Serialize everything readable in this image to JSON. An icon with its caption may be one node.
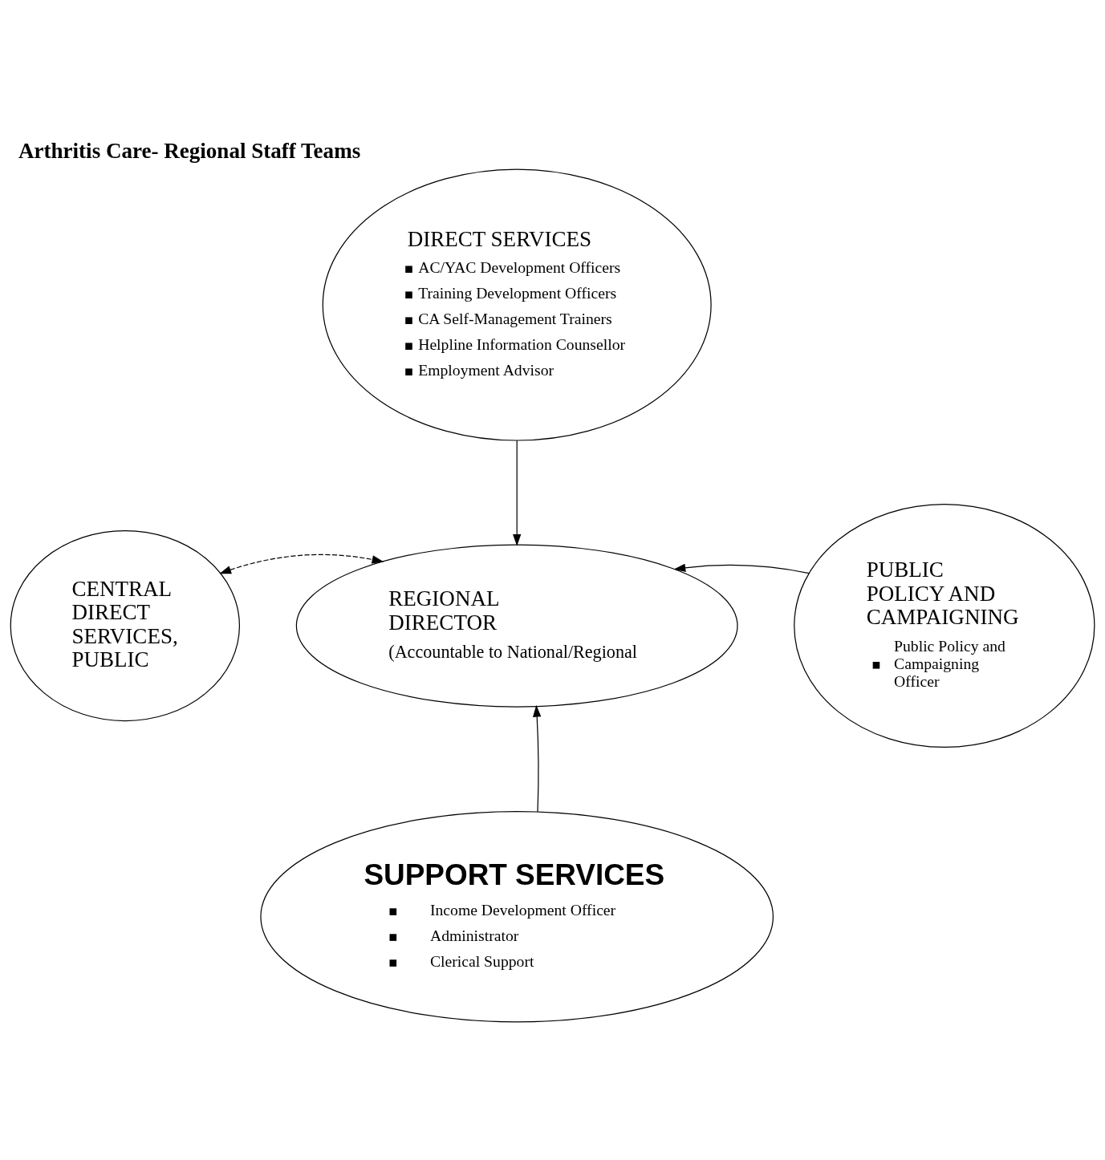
{
  "diagram": {
    "title": "Arthritis Care- Regional Staff Teams",
    "nodes": [
      {
        "text": [
          "DIRECT SERVICES",
          "AC/YAC Development Officers",
          "Training Development Officers",
          "CA Self-Management Trainers",
          "Helpline Information Counsellor",
          "Employment Advisor"
        ]
      },
      {
        "text": [
          "CENTRAL DIRECT SERVICES, PUBLIC"
        ]
      },
      {
        "text": [
          "REGIONAL DIRECTOR",
          "(Accountable to National/Regional"
        ]
      },
      {
        "text": [
          "PUBLIC POLICY AND CAMPAIGNING",
          "Public Policy and Campaigning Officer"
        ]
      },
      {
        "text": [
          "SUPPORT SERVICES",
          "Income Development Officer",
          "Administrator",
          "Clerical Support"
        ]
      }
    ],
    "edges": [
      {
        "from": 0,
        "to": 2,
        "arrow": "to"
      },
      {
        "from": 1,
        "to": 2,
        "arrow": "both",
        "style": "dashed"
      },
      {
        "from": 3,
        "to": 2,
        "arrow": "to"
      },
      {
        "from": 4,
        "to": 2,
        "arrow": "to"
      }
    ]
  }
}
